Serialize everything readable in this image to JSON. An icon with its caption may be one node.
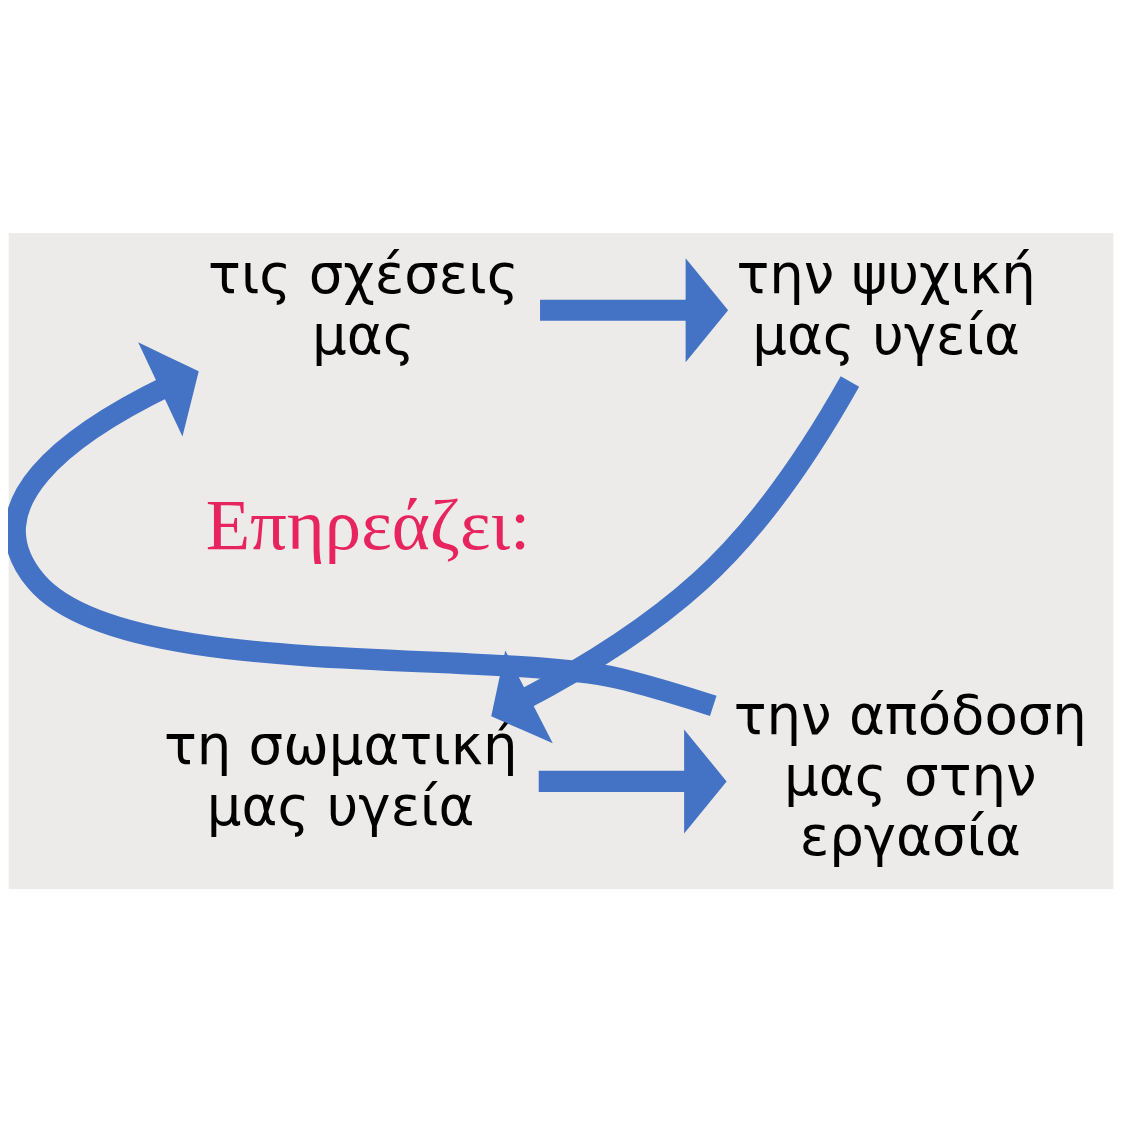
{
  "diagram": {
    "nodes": [
      {
        "text": [
          "τις σχέσεις μας"
        ]
      },
      {
        "text": [
          "την ψυχική μας υγεία"
        ]
      },
      {
        "text": [
          "τη σωματική μας υγεία"
        ]
      },
      {
        "text": [
          "την απόδοση μας στην εργασία"
        ]
      }
    ],
    "edges": [
      {
        "from": 0,
        "to": 1,
        "arrow": "to"
      },
      {
        "from": 1,
        "to": 2,
        "arrow": "to"
      },
      {
        "from": 2,
        "to": 3,
        "arrow": "to"
      },
      {
        "from": 3,
        "to": 0,
        "arrow": "to"
      }
    ],
    "labels": [
      "Επηρεάζει:"
    ]
  }
}
